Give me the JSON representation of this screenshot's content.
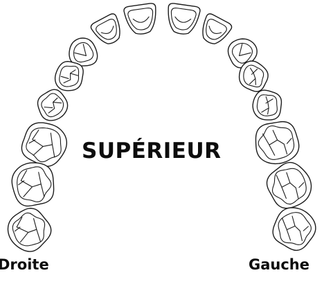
{
  "diagram": {
    "title": "SUPÉRIEUR",
    "labels": {
      "right": "Droite",
      "left": "Gauche"
    }
  },
  "teeth": [
    {
      "id": "right-central-incisor",
      "type": "incisor"
    },
    {
      "id": "left-central-incisor",
      "type": "incisor"
    },
    {
      "id": "right-lateral-incisor",
      "type": "incisor"
    },
    {
      "id": "left-lateral-incisor",
      "type": "incisor"
    },
    {
      "id": "right-canine",
      "type": "canine"
    },
    {
      "id": "left-canine",
      "type": "canine"
    },
    {
      "id": "right-first-premolar",
      "type": "premolar"
    },
    {
      "id": "left-first-premolar",
      "type": "premolar"
    },
    {
      "id": "right-second-premolar",
      "type": "premolar"
    },
    {
      "id": "left-second-premolar",
      "type": "premolar"
    },
    {
      "id": "right-first-molar",
      "type": "molar"
    },
    {
      "id": "left-first-molar",
      "type": "molar"
    },
    {
      "id": "right-second-molar",
      "type": "molar"
    },
    {
      "id": "left-second-molar",
      "type": "molar"
    },
    {
      "id": "right-third-molar",
      "type": "molar"
    },
    {
      "id": "left-third-molar",
      "type": "molar"
    }
  ]
}
